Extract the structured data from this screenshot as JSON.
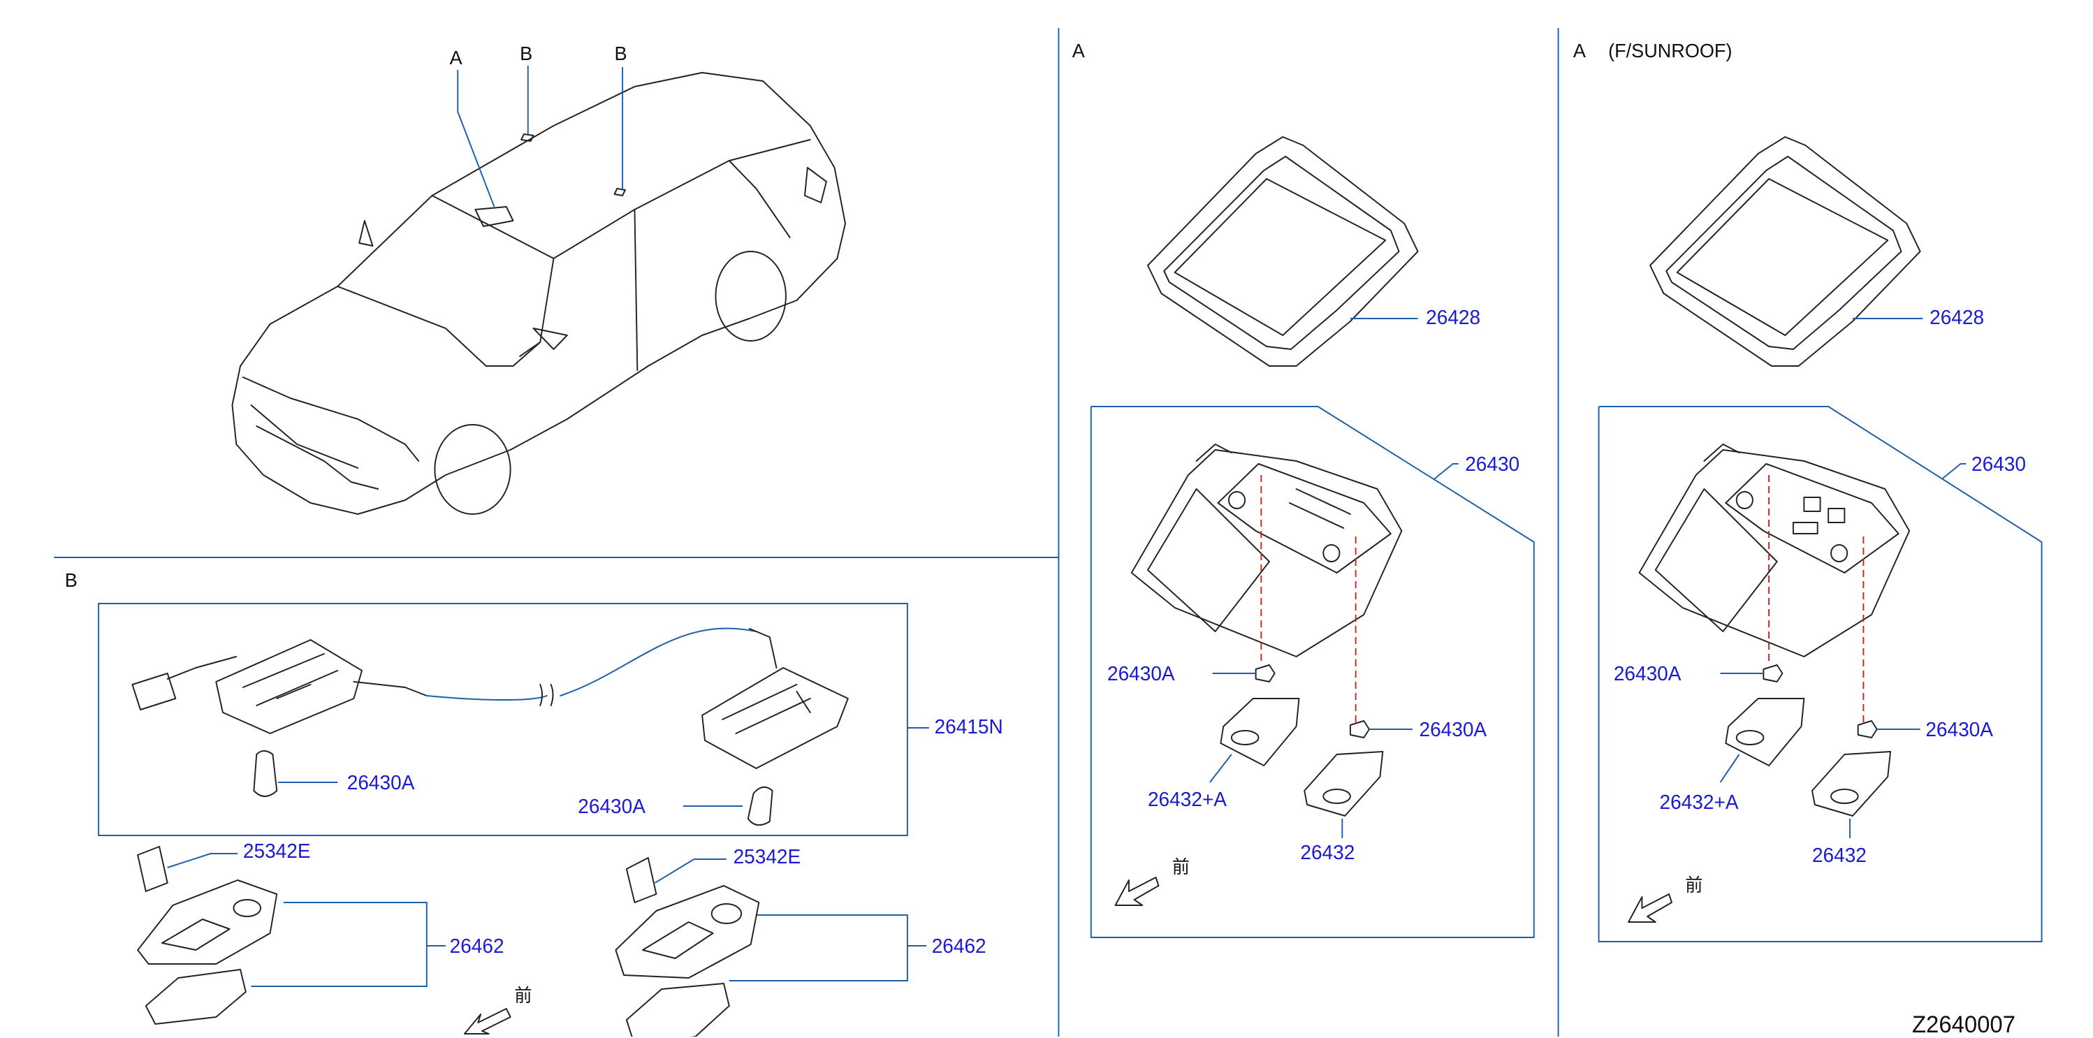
{
  "diagram": {
    "vehicle_view": {
      "callouts": [
        "A",
        "B",
        "B"
      ]
    },
    "section_b": {
      "title": "B",
      "parts": {
        "harness": "26415N",
        "bulb_left": "26430A",
        "bulb_right": "26430A",
        "clip_left": "25342E",
        "clip_right": "25342E",
        "lamp_left": "26462",
        "lamp_right": "26462",
        "front_mark": "前"
      }
    },
    "section_a": {
      "title": "A",
      "parts": {
        "bezel": "26428",
        "lamp_assy": "26430",
        "bulb_left": "26430A",
        "bulb_right": "26430A",
        "lens_left": "26432+A",
        "lens_right": "26432",
        "front_mark": "前"
      }
    },
    "section_a_sunroof": {
      "title": "A",
      "variant": "(F/SUNROOF)",
      "parts": {
        "bezel": "26428",
        "lamp_assy": "26430",
        "bulb_left": "26430A",
        "bulb_right": "26430A",
        "lens_left": "26432+A",
        "lens_right": "26432",
        "front_mark": "前"
      }
    },
    "diagram_code": "Z2640007"
  },
  "colors": {
    "part_number": "#1a1ad6",
    "leader_line": "#1f5fa8",
    "dashed_alignment": "#d42020",
    "linework": "#222222"
  }
}
